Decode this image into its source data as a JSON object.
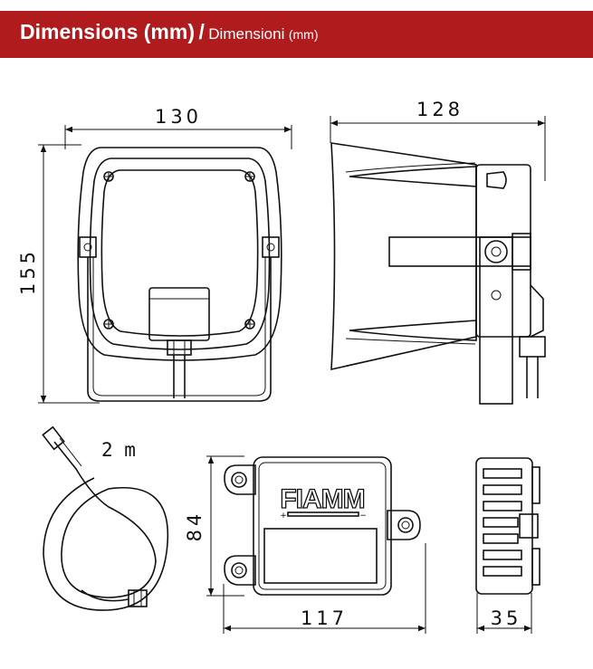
{
  "header": {
    "title_en": "Dimensions (mm)",
    "separator": "/",
    "title_it": "Dimensioni",
    "unit_it": "(mm)",
    "bg_color": "#b01c1e"
  },
  "dimensions": {
    "front_width": "130",
    "front_height": "155",
    "side_depth": "128",
    "cable_length": "2 m",
    "unit_height": "84",
    "unit_width": "117",
    "unit_depth": "35"
  },
  "unit": {
    "brand": "FIAMM",
    "polarity_plus": "+",
    "polarity_minus": "−"
  }
}
